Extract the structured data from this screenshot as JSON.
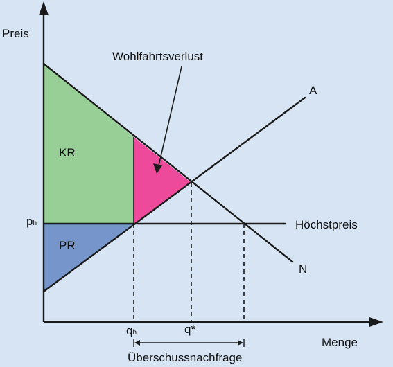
{
  "labels": {
    "y_axis": "Preis",
    "x_axis": "Menge",
    "welfare_loss": "Wohlfahrtsverlust",
    "supply": "A",
    "demand": "N",
    "price_ceiling": "Höchstpreis",
    "consumer_surplus": "KR",
    "producer_surplus": "PR",
    "p_main": "p",
    "p_sub": "h",
    "q_main": "q",
    "q_sub": "h",
    "q_star": "q*",
    "excess_demand": "Überschussnachfrage"
  },
  "colors": {
    "background": "#d6e4f3",
    "consumer_surplus": "#97cf96",
    "producer_surplus": "#7595cb",
    "welfare_loss": "#ee4a9b",
    "line": "#1a1a1a"
  }
}
